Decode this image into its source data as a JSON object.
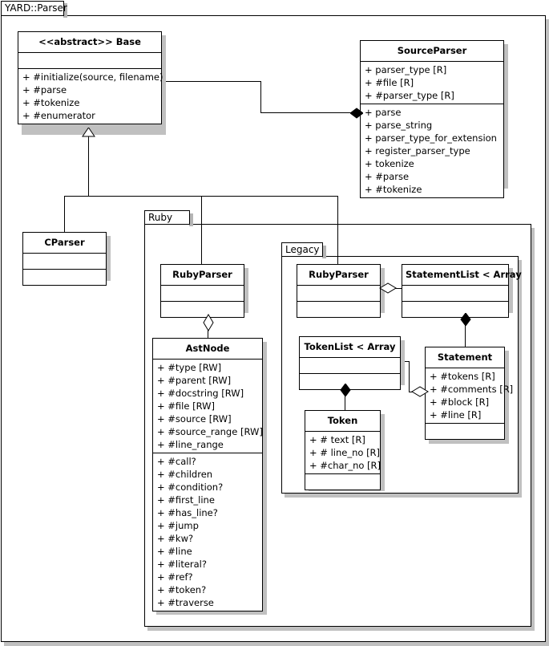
{
  "diagram": {
    "type": "uml-class-diagram",
    "root_package": "YARD::Parser",
    "packages": [
      {
        "name": "Ruby"
      },
      {
        "name": "Legacy"
      }
    ]
  },
  "classes": {
    "base": {
      "name": "<<abstract>> Base",
      "attributes": [],
      "methods": [
        "+ #initialize(source, filename)",
        "+ #parse",
        "+ #tokenize",
        "+ #enumerator"
      ]
    },
    "source_parser": {
      "name": "SourceParser",
      "attributes": [
        "+ parser_type [R]",
        "+ #file [R]",
        "+ #parser_type [R]"
      ],
      "methods": [
        "+ parse",
        "+ parse_string",
        "+ parser_type_for_extension",
        "+ register_parser_type",
        "+ tokenize",
        "+ #parse",
        "+ #tokenize"
      ]
    },
    "cparser": {
      "name": "CParser",
      "attributes": [],
      "methods": []
    },
    "ruby_parser": {
      "name": "RubyParser",
      "attributes": [],
      "methods": []
    },
    "legacy_ruby_parser": {
      "name": "RubyParser",
      "attributes": [],
      "methods": []
    },
    "statement_list": {
      "name": "StatementList < Array",
      "attributes": [],
      "methods": []
    },
    "token_list": {
      "name": "TokenList < Array",
      "attributes": [],
      "methods": []
    },
    "ast_node": {
      "name": "AstNode",
      "attributes": [
        "+ #type [RW]",
        "+ #parent [RW]",
        "+ #docstring [RW]",
        "+ #file [RW]",
        "+ #source [RW]",
        "+ #source_range [RW]",
        "+ #line_range"
      ],
      "methods": [
        "+ #call?",
        "+ #children",
        "+ #condition?",
        "+ #first_line",
        "+ #has_line?",
        "+ #jump",
        "+ #kw?",
        "+ #line",
        "+ #literal?",
        "+ #ref?",
        "+ #token?",
        "+ #traverse"
      ]
    },
    "statement": {
      "name": "Statement",
      "attributes": [
        "+ #tokens [R]",
        "+ #comments [R]",
        "+ #block [R]",
        "+ #line [R]"
      ],
      "methods": []
    },
    "token": {
      "name": "Token",
      "attributes": [
        "+ # text [R]",
        "+ # line_no [R]",
        "+ #char_no [R]"
      ],
      "methods": []
    }
  },
  "relations": [
    {
      "name": "base-composes-sourceparser",
      "kind": "composition",
      "from": "base",
      "to": "source_parser"
    },
    {
      "name": "cparser-inherits-base",
      "kind": "generalization",
      "from": "cparser",
      "to": "base"
    },
    {
      "name": "rubyparser-inherits-base",
      "kind": "generalization",
      "from": "ruby_parser",
      "to": "base"
    },
    {
      "name": "legacy-rubyparser-inherits-base",
      "kind": "generalization",
      "from": "legacy_ruby_parser",
      "to": "base"
    },
    {
      "name": "rubyparser-aggregates-astnode",
      "kind": "aggregation",
      "from": "ruby_parser",
      "to": "ast_node"
    },
    {
      "name": "legacy-rubyparser-aggregates-statementlist",
      "kind": "aggregation",
      "from": "legacy_ruby_parser",
      "to": "statement_list"
    },
    {
      "name": "statementlist-composes-statement",
      "kind": "composition",
      "from": "statement_list",
      "to": "statement"
    },
    {
      "name": "tokenlist-composes-token",
      "kind": "composition",
      "from": "token_list",
      "to": "token"
    },
    {
      "name": "statement-aggregates-tokenlist",
      "kind": "aggregation",
      "from": "statement",
      "to": "token_list"
    }
  ],
  "colors": {
    "line": "#000000",
    "background": "#ffffff",
    "shadow": "#c0c0c0",
    "tab_shadow": "#b5b5b5"
  }
}
